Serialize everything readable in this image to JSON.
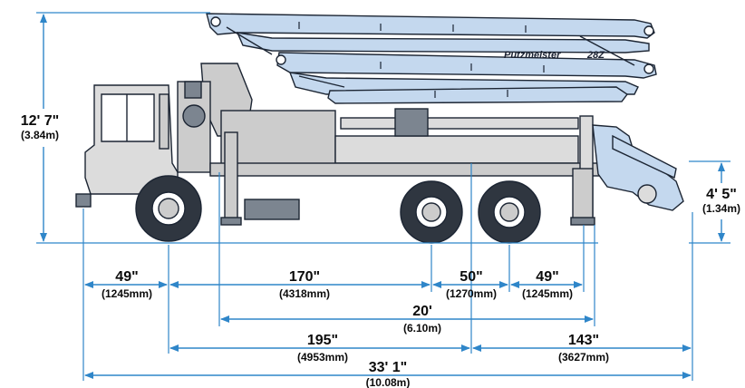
{
  "brand": {
    "name": "Putzmeister",
    "model": "28Z"
  },
  "colors": {
    "dimension_line": "#2f86c9",
    "boom": "#c4d8ee",
    "body": "#cccccc",
    "tire": "#2f3640",
    "ink": "#1c2533"
  },
  "dimensions": {
    "height": {
      "main": "12' 7\"",
      "sub": "(3.84m)"
    },
    "outrigger_height": {
      "main": "4' 5\"",
      "sub": "(1.34m)"
    },
    "front_overhang": {
      "main": "49\"",
      "sub": "(1245mm)"
    },
    "wheelbase_front": {
      "main": "170\"",
      "sub": "(4318mm)"
    },
    "tandem_spacing": {
      "main": "50\"",
      "sub": "(1270mm)"
    },
    "rear_overhang": {
      "main": "49\"",
      "sub": "(1245mm)"
    },
    "outrigger_span": {
      "main": "20'",
      "sub": "(6.10m)"
    },
    "front_axle_to_tandem": {
      "main": "195\"",
      "sub": "(4953mm)"
    },
    "tandem_to_rear": {
      "main": "143\"",
      "sub": "(3627mm)"
    },
    "overall_length": {
      "main": "33' 1\"",
      "sub": "(10.08m)"
    }
  }
}
